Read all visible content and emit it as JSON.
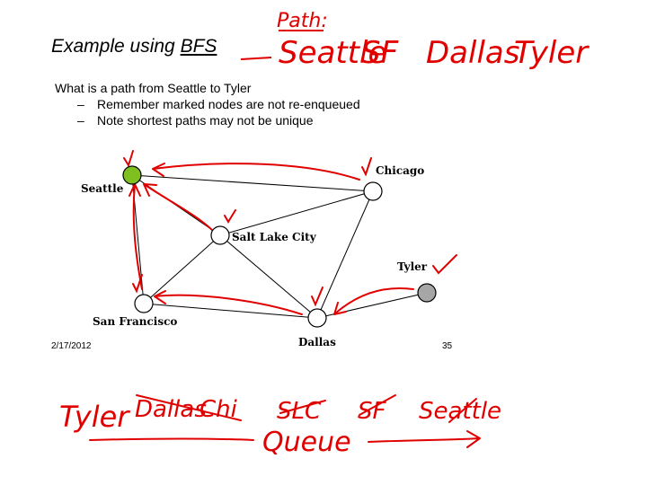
{
  "slide": {
    "title_prefix": "Example using ",
    "title_underlined": "BFS",
    "question": "What is a path from Seattle to Tyler",
    "bullets": [
      "Remember marked nodes are not re-enqueued",
      "Note shortest paths may not be unique"
    ],
    "bullet_marker": "–",
    "date": "2/17/2012",
    "page_number": "35"
  },
  "graph": {
    "nodes": [
      {
        "id": "seattle",
        "label": "Seattle",
        "fill": "#7fbf1f"
      },
      {
        "id": "chicago",
        "label": "Chicago",
        "fill": "#ffffff"
      },
      {
        "id": "saltlake",
        "label": "Salt Lake City",
        "fill": "#ffffff"
      },
      {
        "id": "tyler",
        "label": "Tyler",
        "fill": "#a6a6a6"
      },
      {
        "id": "sanfrancisco",
        "label": "San Francisco",
        "fill": "#ffffff"
      },
      {
        "id": "dallas",
        "label": "Dallas",
        "fill": "#ffffff"
      }
    ],
    "edges": [
      [
        "seattle",
        "chicago"
      ],
      [
        "seattle",
        "saltlake"
      ],
      [
        "seattle",
        "sanfrancisco"
      ],
      [
        "chicago",
        "saltlake"
      ],
      [
        "chicago",
        "dallas"
      ],
      [
        "saltlake",
        "sanfrancisco"
      ],
      [
        "saltlake",
        "dallas"
      ],
      [
        "sanfrancisco",
        "dallas"
      ],
      [
        "dallas",
        "tyler"
      ]
    ]
  },
  "annotations": {
    "path_label": "Path:",
    "path": [
      "Seattle",
      "SF",
      "Dallas",
      "Tyler"
    ],
    "queue_items": [
      "Tyler",
      "Dallas",
      "Chi",
      "SLC",
      "SF",
      "Seattle"
    ],
    "queue_label": "Queue",
    "ink_color": "#e00000"
  }
}
